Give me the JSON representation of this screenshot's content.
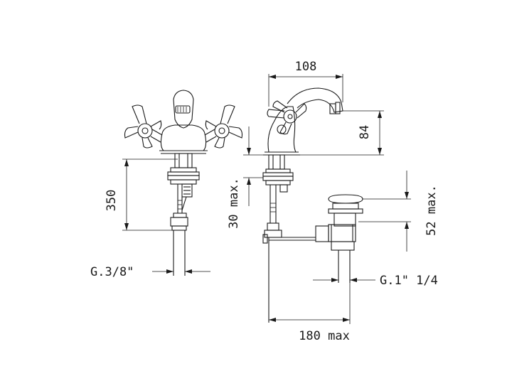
{
  "dimensions": {
    "width_top": "108",
    "spout_height": "84",
    "tail_length": "350",
    "pipe_max": "30 max.",
    "waste_height": "52 max.",
    "reach_max": "180 max"
  },
  "threads": {
    "supply": "G.3/8\"",
    "waste": "G.1\"  1/4"
  }
}
